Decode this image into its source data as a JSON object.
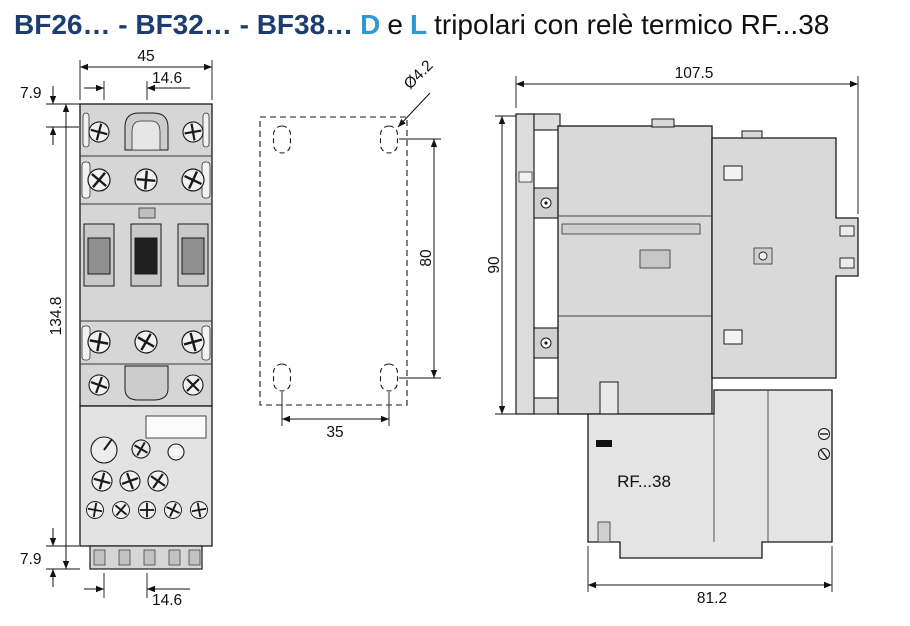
{
  "title": {
    "models": "BF26… - BF32… - BF38…",
    "type_d": "D",
    "conj": "e",
    "type_l": "L",
    "rest": "tripolari con relè termico RF...38"
  },
  "front_view": {
    "width_top": "45",
    "width_top_inner": "14.6",
    "offset_top": "7.9",
    "height_total": "134.8",
    "offset_bottom": "7.9",
    "width_bottom_inner": "14.6"
  },
  "mounting_plan": {
    "hole_diameter": "Ø4.2",
    "hole_spacing_v": "80",
    "hole_spacing_h": "35"
  },
  "side_view": {
    "depth_total": "107.5",
    "height_body": "90",
    "relay_label": "RF...38",
    "depth_relay": "81.2"
  },
  "colors": {
    "title_navy": "#1d3d6f",
    "title_blue": "#2e98d5",
    "line_black": "#111111",
    "body_gray": "#d9d9d9",
    "relay_gray": "#e4e4e4"
  }
}
